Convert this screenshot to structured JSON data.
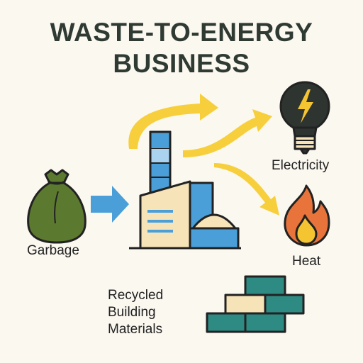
{
  "title": {
    "line1": "WASTE-TO-ENERGY",
    "line2": "BUSINESS"
  },
  "labels": {
    "garbage": "Garbage",
    "electricity": "Electricity",
    "heat": "Heat",
    "recycled": [
      "Recycled",
      "Building",
      "Materials"
    ]
  },
  "icons": {
    "garbage": "garbage-bag-icon",
    "plant": "factory-icon",
    "electricity": "lightbulb-icon",
    "heat": "flame-icon",
    "materials": "bricks-icon"
  },
  "colors": {
    "title": "#2f3a33",
    "bag": "#5b7a2f",
    "input_arrow": "#4a9fd8",
    "output_arrows": "#f7cf3c",
    "bulb": "#2e3531",
    "bolt": "#f4c531",
    "flame": "#e8743b",
    "bricks_teal": "#2d8b84",
    "bricks_cream": "#f6e3b8"
  }
}
